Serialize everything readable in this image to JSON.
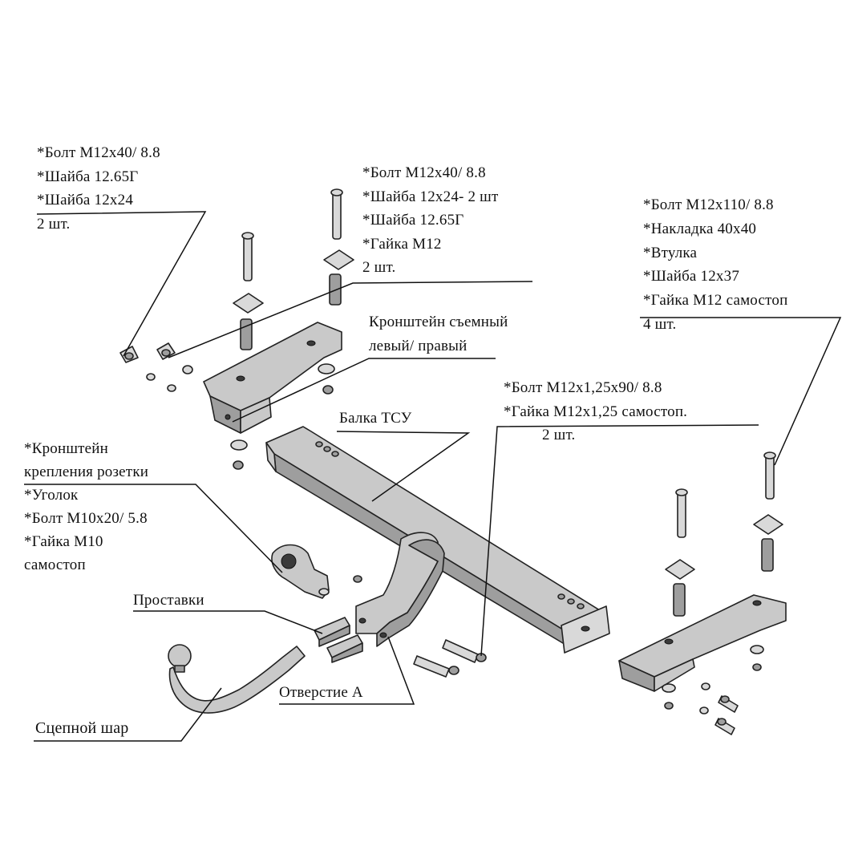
{
  "labels": {
    "left_bolt_group": {
      "lines": [
        "*Болт М12х40/ 8.8",
        "*Шайба 12.65Г",
        "*Шайба 12х24",
        "2 шт."
      ]
    },
    "top_bolt_group": {
      "lines": [
        "*Болт М12х40/ 8.8",
        "*Шайба 12х24- 2 шт",
        "*Шайба 12.65Г",
        "*Гайка М12",
        "2 шт."
      ]
    },
    "right_bolt_group": {
      "lines": [
        "*Болт М12х110/ 8.8",
        "*Накладка 40х40",
        "*Втулка",
        "*Шайба 12х37",
        "*Гайка М12 самостоп",
        "4 шт."
      ]
    },
    "removable_bracket": {
      "lines": [
        "Кронштейн съемный",
        "левый/ правый"
      ]
    },
    "beam": "Балка ТСУ",
    "ball_bolt_group": {
      "lines": [
        "*Болт М12х1,25х90/ 8.8",
        "*Гайка М12х1,25   самостоп.",
        "2 шт."
      ]
    },
    "socket_bracket_group": {
      "lines": [
        "*Кронштейн",
        "крепления розетки",
        "*Уголок",
        "*Болт М10х20/ 5.8",
        "*Гайка М10",
        "самостоп"
      ]
    },
    "spacers": "Проставки",
    "hole_a": "Отверстие А",
    "tow_ball": "Сцепной шар"
  }
}
